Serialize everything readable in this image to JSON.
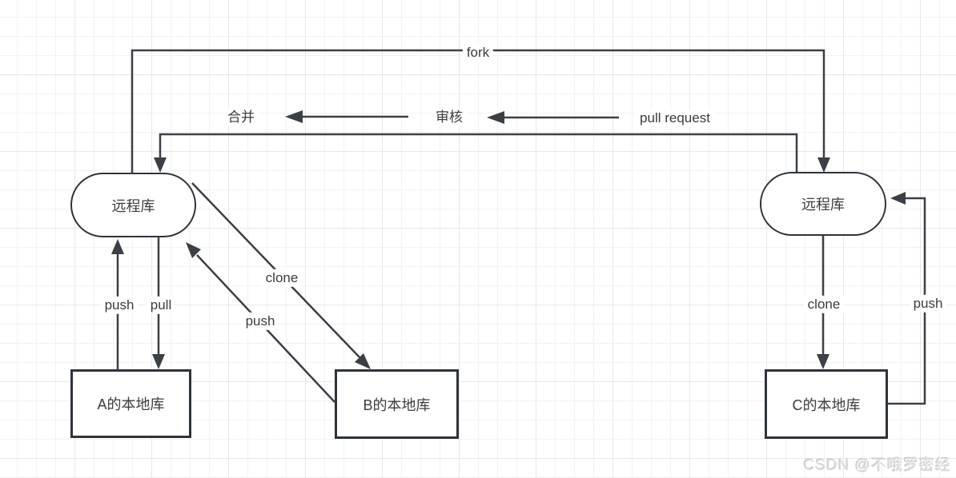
{
  "diagram": {
    "title_hint": "git fork / pull request workflow diagram",
    "nodes": {
      "remote_a": {
        "label": "远程库",
        "shape": "stadium"
      },
      "remote_c": {
        "label": "远程库",
        "shape": "stadium"
      },
      "local_a": {
        "label": "A的本地库",
        "shape": "rect"
      },
      "local_b": {
        "label": "B的本地库",
        "shape": "rect"
      },
      "local_c": {
        "label": "C的本地库",
        "shape": "rect"
      }
    },
    "labels": {
      "fork": "fork",
      "merge": "合并",
      "review": "审核",
      "pull_request": "pull request",
      "push_a": "push",
      "pull_a": "pull",
      "clone_b": "clone",
      "push_b": "push",
      "clone_c": "clone",
      "push_c": "push"
    },
    "edges": [
      {
        "id": "fork",
        "from": "remote_a",
        "to": "remote_c",
        "label": "fork"
      },
      {
        "id": "pull_request",
        "from": "remote_c",
        "to": "remote_a",
        "labels": [
          "合并",
          "审核",
          "pull request"
        ]
      },
      {
        "id": "push_a",
        "from": "local_a",
        "to": "remote_a",
        "label": "push"
      },
      {
        "id": "pull_a",
        "from": "remote_a",
        "to": "local_a",
        "label": "pull"
      },
      {
        "id": "clone_b",
        "from": "remote_a",
        "to": "local_b",
        "label": "clone"
      },
      {
        "id": "push_b",
        "from": "local_b",
        "to": "remote_a",
        "label": "push"
      },
      {
        "id": "clone_c",
        "from": "remote_c",
        "to": "local_c",
        "label": "clone"
      },
      {
        "id": "push_c",
        "from": "local_c",
        "to": "remote_c",
        "label": "push"
      }
    ],
    "colors": {
      "stroke": "#3b4046",
      "node_border": "#2e343b",
      "text": "#3c3c3c",
      "grid_minor": "#f2f2f4",
      "grid_major": "#e7e7ea",
      "watermark": "#dadada",
      "background": "#ffffff"
    }
  },
  "watermark": {
    "text": "CSDN @不哦罗密经"
  }
}
